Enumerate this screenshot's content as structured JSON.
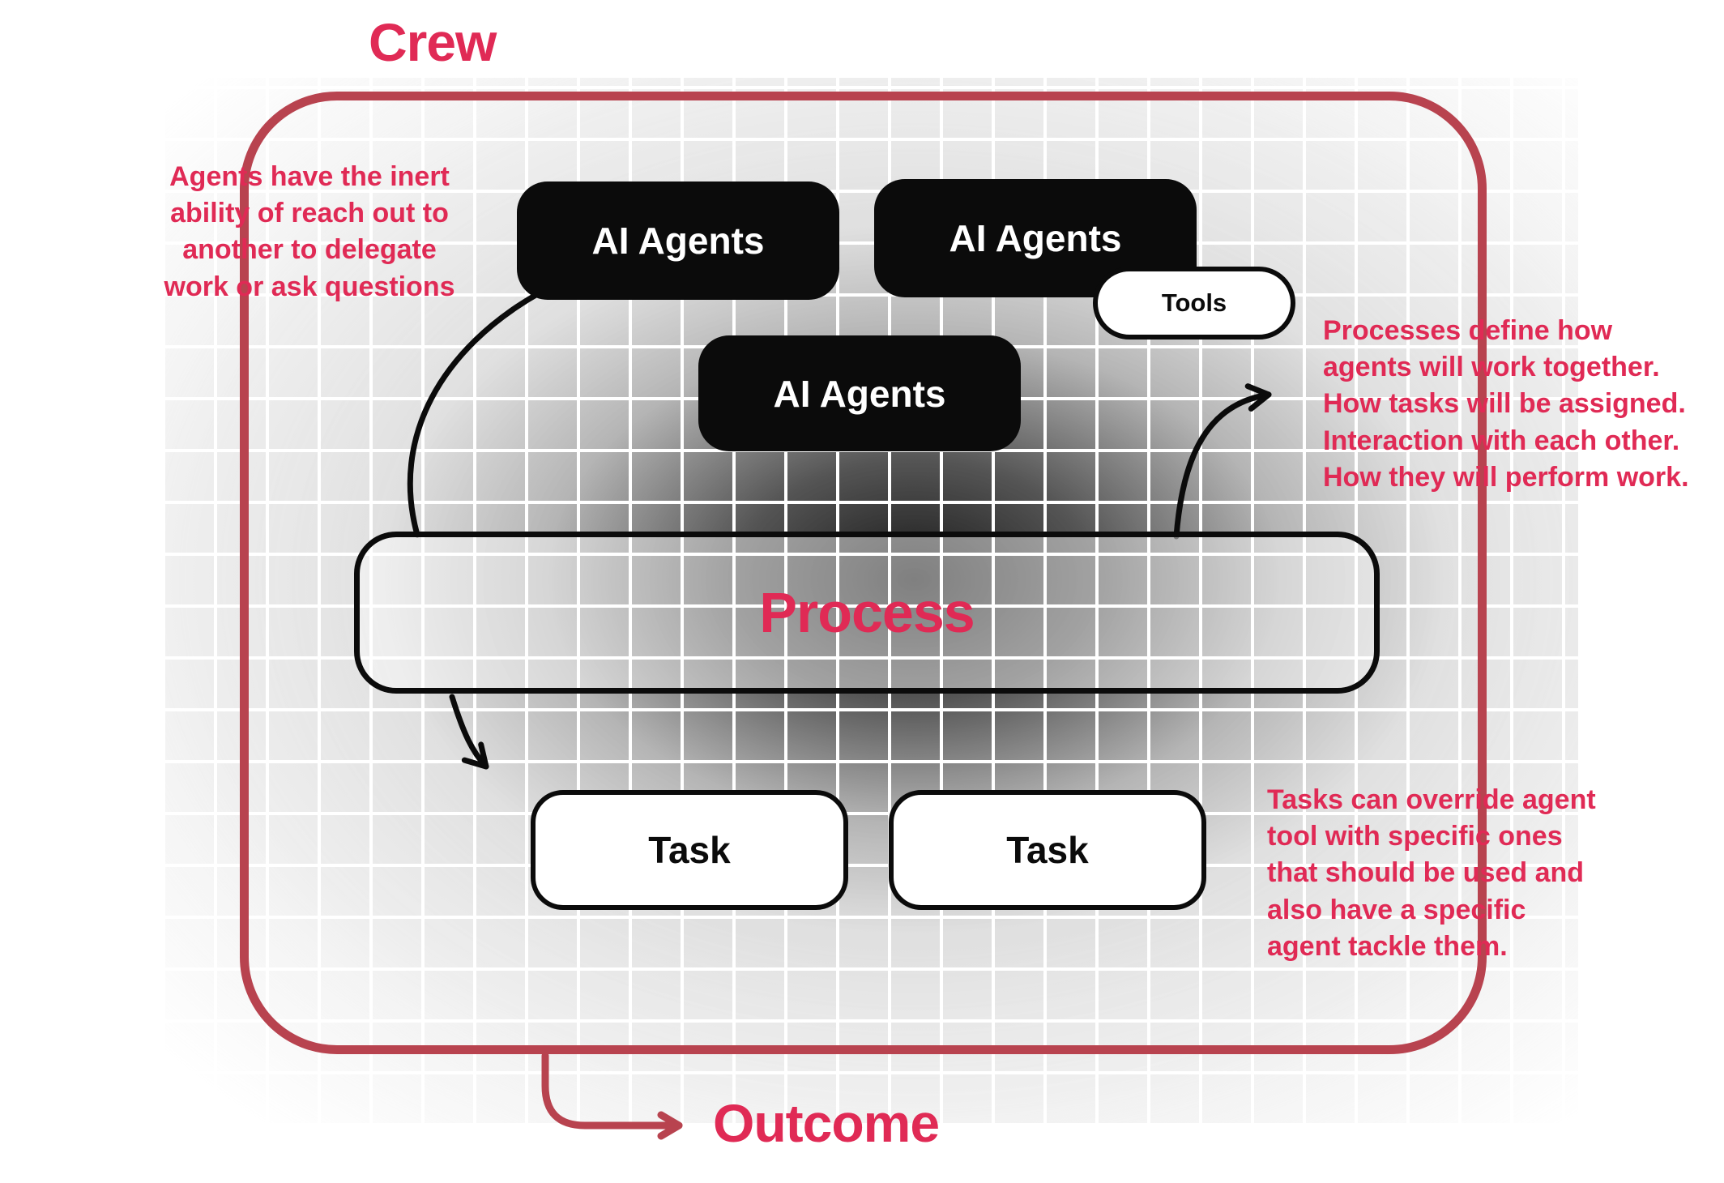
{
  "title": "Crew",
  "outcome_label": "Outcome",
  "boxes": {
    "ai_agent_1": "AI Agents",
    "ai_agent_2": "AI Agents",
    "ai_agent_3": "AI Agents",
    "tools": "Tools",
    "process": "Process",
    "task_1": "Task",
    "task_2": "Task"
  },
  "annotations": {
    "left": "Agents have the inert\nability of reach out to\nanother to delegate\nwork or ask questions",
    "right_top": "Processes define how\nagents will work together.\nHow tasks will be assigned.\nInteraction with each other.\nHow they will perform work.",
    "right_bottom": "Tasks can override agent\ntool with specific ones\nthat should be used and\nalso have a specific\nagent tackle them."
  },
  "colors": {
    "accent_text": "#e02a55",
    "frame_border": "#b8434f",
    "box_black": "#0b0b0b"
  }
}
